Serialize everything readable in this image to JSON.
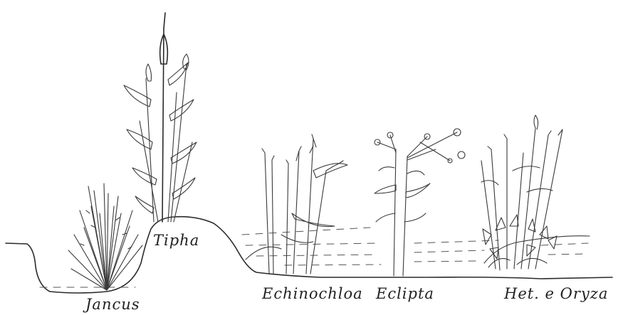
{
  "labels": {
    "jancus": "Jancus",
    "tipha": "Tipha",
    "echinochloa": "Echinochloa",
    "eclipta": "Eclipta",
    "het_oryza": "Het. e Oryza"
  }
}
